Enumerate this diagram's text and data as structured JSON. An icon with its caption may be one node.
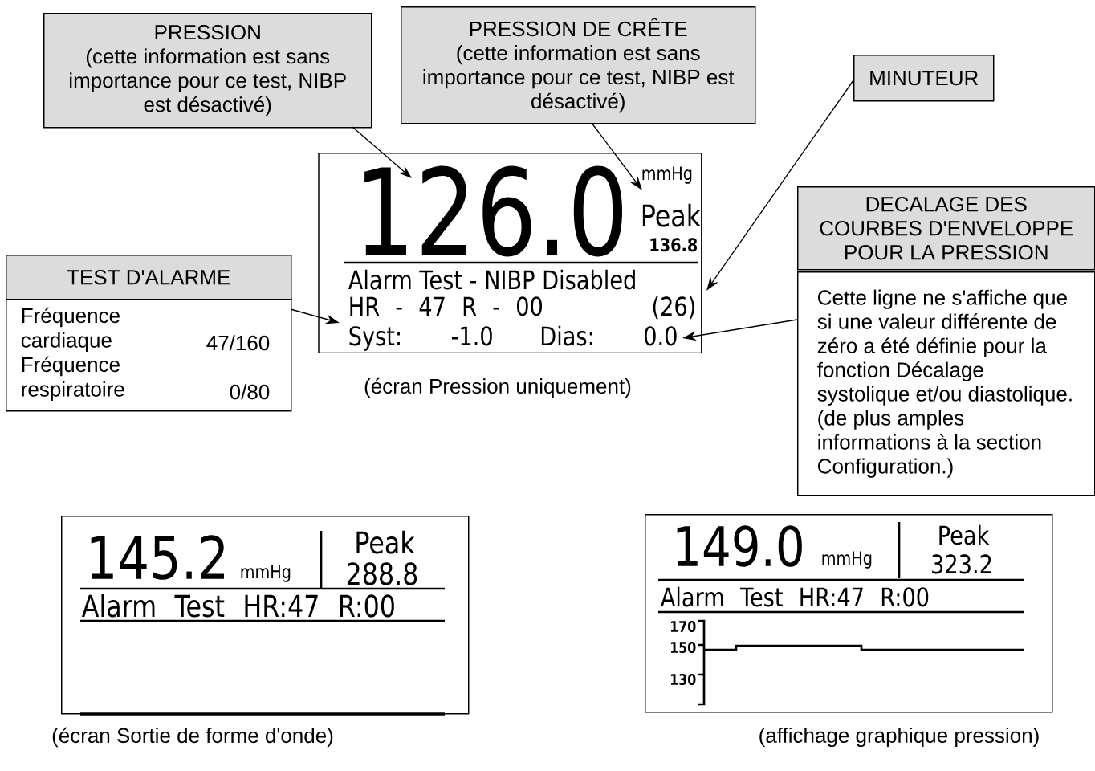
{
  "diagram": {
    "nodes": [
      {
        "text": [
          "PRESSION",
          "(cette information est sans importance pour ce test, NIBP est désactivé)"
        ]
      },
      {
        "text": [
          "PRESSION DE CRÊTE",
          "(cette information est sans importance pour ce test, NIBP est désactivé)"
        ]
      },
      {
        "text": [
          "MINUTEUR"
        ]
      },
      {
        "text": [
          "DECALAGE DES COURBES D'ENVELOPPE POUR LA PRESSION"
        ]
      },
      {
        "text": [
          "Cette ligne ne s'affiche que si une valeur différente de zéro a été définie pour la fonction Décalage systolique et/ou diastolique. (de plus amples informations à la section Configuration.)"
        ]
      },
      {
        "text": [
          "TEST D'ALARME"
        ]
      },
      {
        "text": [
          "Fréquence cardiaque",
          "47/160",
          "Fréquence respiratoire",
          "0/80"
        ]
      },
      {
        "text": [],
        "shape": "box"
      },
      {
        "text": [
          "126.0"
        ],
        "in": 7
      },
      {
        "text": [
          "mmHg"
        ],
        "in": 7
      },
      {
        "text": [
          "Peak"
        ],
        "in": 7
      },
      {
        "text": [
          "136.8"
        ],
        "in": 7
      },
      {
        "text": [
          "Alarm Test - NIBP Disabled"
        ],
        "in": 7
      },
      {
        "text": [
          "HR - 47 R - 00"
        ],
        "in": 7
      },
      {
        "text": [
          "(26)"
        ],
        "in": 7
      },
      {
        "text": [
          "Syst: -1.0 Dias: 0.0"
        ],
        "in": 7
      },
      {
        "text": [
          "145.2",
          "mmHg",
          "Peak",
          "288.8",
          "Alarm Test HR:47 R:00"
        ]
      },
      {
        "text": [
          "149.0",
          "mmHg",
          "Peak",
          "323.2",
          "Alarm Test HR:47 R:00",
          "170",
          "150",
          "130"
        ]
      }
    ],
    "labels": [
      "(écran Pression uniquement)",
      "(écran Sortie de forme d'onde)",
      "(affichage graphique pression)"
    ],
    "edges": [
      {
        "from": 0,
        "to": 8,
        "arrow": "to"
      },
      {
        "from": 1,
        "to": 10,
        "arrow": "to"
      },
      {
        "from": 2,
        "to": 14,
        "arrow": "to"
      },
      {
        "from": 4,
        "to": 15,
        "arrow": "to"
      },
      {
        "from": 6,
        "to": 13,
        "arrow": "to"
      }
    ]
  }
}
